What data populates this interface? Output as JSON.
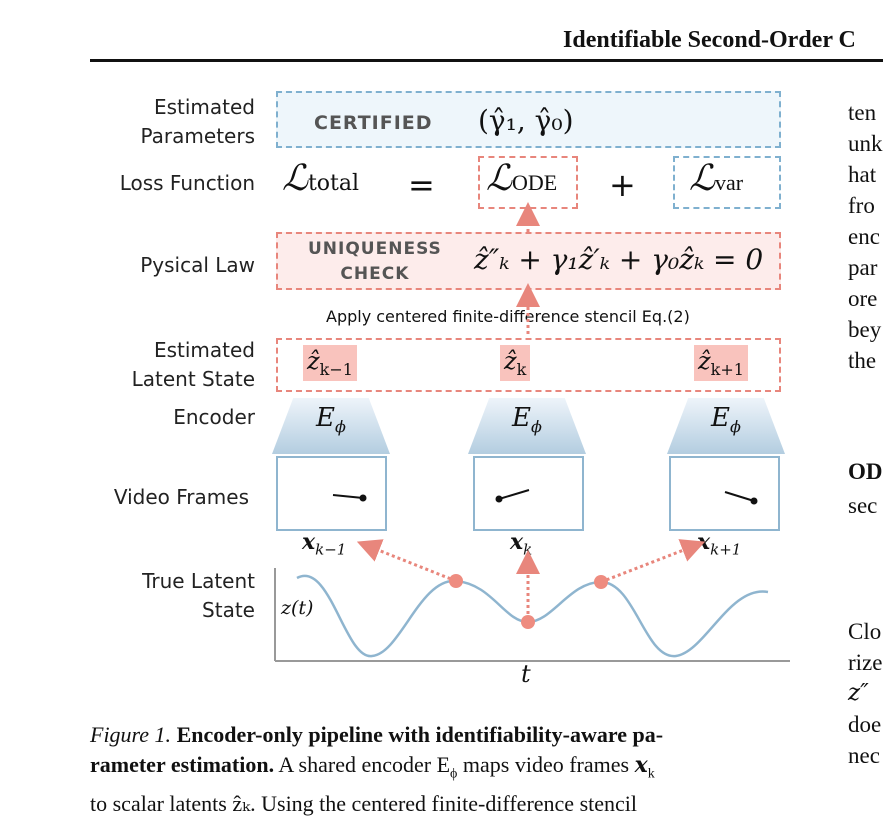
{
  "header": {
    "running_title": "Identifiable Second-Order C"
  },
  "figure": {
    "labels": {
      "params": "Estimated\nParameters",
      "loss": "Loss Function",
      "law": "Pysical Law",
      "latent": "Estimated\nLatent State",
      "encoder": "Encoder",
      "frames": "Video Frames",
      "true_latent": "True Latent\nState"
    },
    "certified_tag": "CERTIFIED",
    "params_expr": "(γ̂₁, γ̂₀)",
    "loss": {
      "total": "total",
      "eq": "=",
      "ode": "ODE",
      "plus": "+",
      "var": "var"
    },
    "uniqueness_tag": "UNIQUENESS\nCHECK",
    "law_expr": "ẑ″ₖ + γ₁ẑ′ₖ + γ₀ẑₖ = 0",
    "stencil_note": "Apply centered finite-difference stencil Eq.(2)",
    "latents": [
      "ẑ",
      "ẑ",
      "ẑ"
    ],
    "latent_subs": [
      "k−1",
      "k",
      "k+1"
    ],
    "encoder_label": "E",
    "encoder_sub": "ϕ",
    "frame_labels": [
      "x",
      "x",
      "x"
    ],
    "frame_subs": [
      "k−1",
      "k",
      "k+1"
    ],
    "curve_ylabel": "z(t)",
    "curve_xlabel": "t",
    "colors": {
      "blue": "#7fb0cf",
      "red": "#e8867c",
      "curve": "#8fb5cf"
    }
  },
  "caption": {
    "prefix": "Figure 1.",
    "bold": "Encoder-only pipeline with identifiability-aware pa-\nrameter estimation.",
    "text": "A shared encoder E",
    "text_sub": "ϕ",
    "text2": " maps video frames ",
    "text3": "x",
    "text3_sub": "k",
    "text4": "to scalar latents ẑₖ. Using the centered finite-difference stencil"
  },
  "right_column": [
    "ten",
    "unk",
    "hat",
    "fro",
    "enc",
    "par",
    "ore",
    "bey",
    "the",
    "",
    "OD",
    "sec",
    "",
    "",
    "Clo",
    "rize",
    "z″",
    "doe",
    "nec"
  ]
}
